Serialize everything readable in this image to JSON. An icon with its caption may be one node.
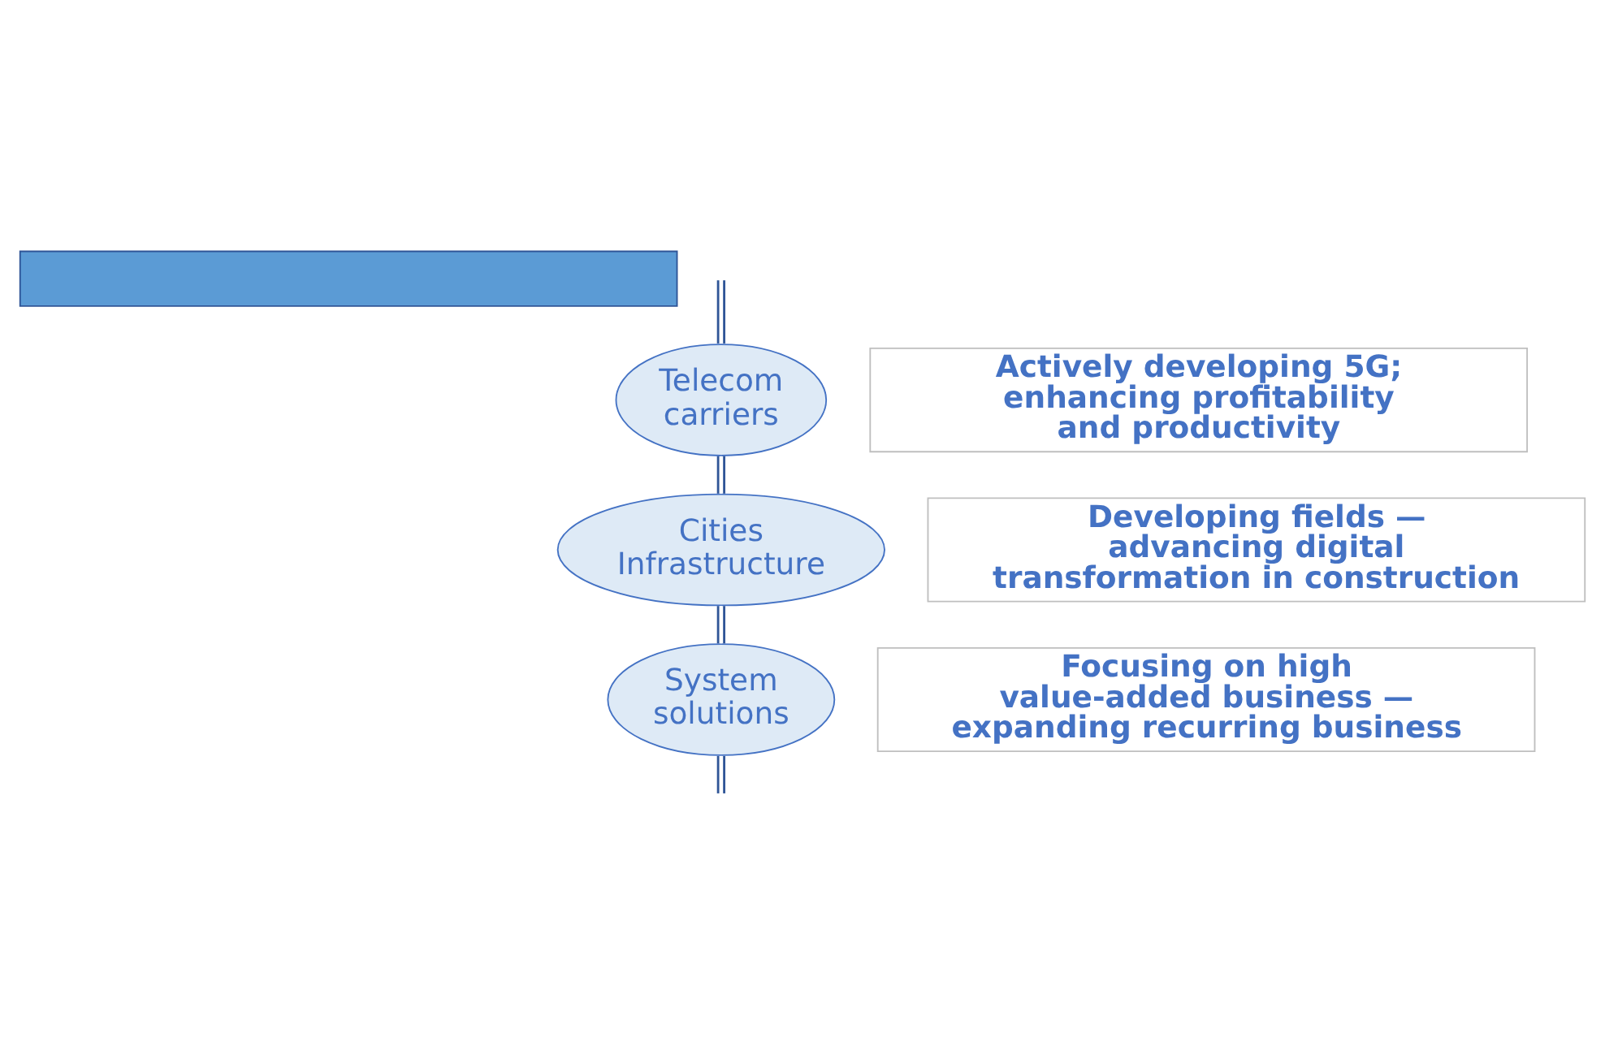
{
  "diagram": {
    "nodes": [
      {
        "text": [],
        "shape": "box"
      },
      {
        "text": [
          "Telecom carriers"
        ]
      },
      {
        "text": [
          "Actively developing 5G; enhancing profitability and productivity"
        ]
      },
      {
        "text": [
          "Cities Infrastructure"
        ]
      },
      {
        "text": [
          "Developing fields — advancing digital transformation in construction"
        ]
      },
      {
        "text": [
          "System solutions"
        ]
      },
      {
        "text": [
          "Focusing on high value-added business — expanding recurring business"
        ]
      }
    ],
    "edges": [
      {
        "from": null,
        "to": 1,
        "arrow": "none"
      },
      {
        "from": 1,
        "to": 3,
        "arrow": "none"
      },
      {
        "from": 3,
        "to": 5,
        "arrow": "none"
      },
      {
        "from": 5,
        "to": null,
        "arrow": "none"
      }
    ]
  }
}
